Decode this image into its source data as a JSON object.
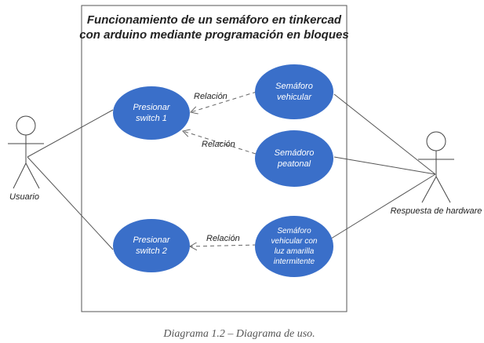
{
  "diagram": {
    "title_line1": "Funcionamiento de un semáforo en tinkercad",
    "title_line2": "con arduino mediante programación en bloques",
    "use_cases": {
      "presionar_switch_1": [
        "Presionar",
        "switch 1"
      ],
      "presionar_switch_2": [
        "Presionar",
        "switch 2"
      ],
      "semaforo_vehicular": [
        "Semáforo",
        "vehicular"
      ],
      "semadoro_peatonal": [
        "Semádoro",
        "peatonal"
      ],
      "semaforo_intermitente": [
        "Semáforo",
        "vehicular con",
        "luz amarilla",
        "intermitente"
      ]
    },
    "relations": {
      "rel_1": "Relación",
      "rel_2": "Relación",
      "rel_3": "Relación"
    },
    "actors": {
      "usuario": "Usuario",
      "hardware": "Respuesta de hardware"
    },
    "colors": {
      "use_case_fill": "#3a6fc9",
      "use_case_text": "#ffffff"
    }
  },
  "caption": "Diagrama 1.2 – Diagrama de uso."
}
